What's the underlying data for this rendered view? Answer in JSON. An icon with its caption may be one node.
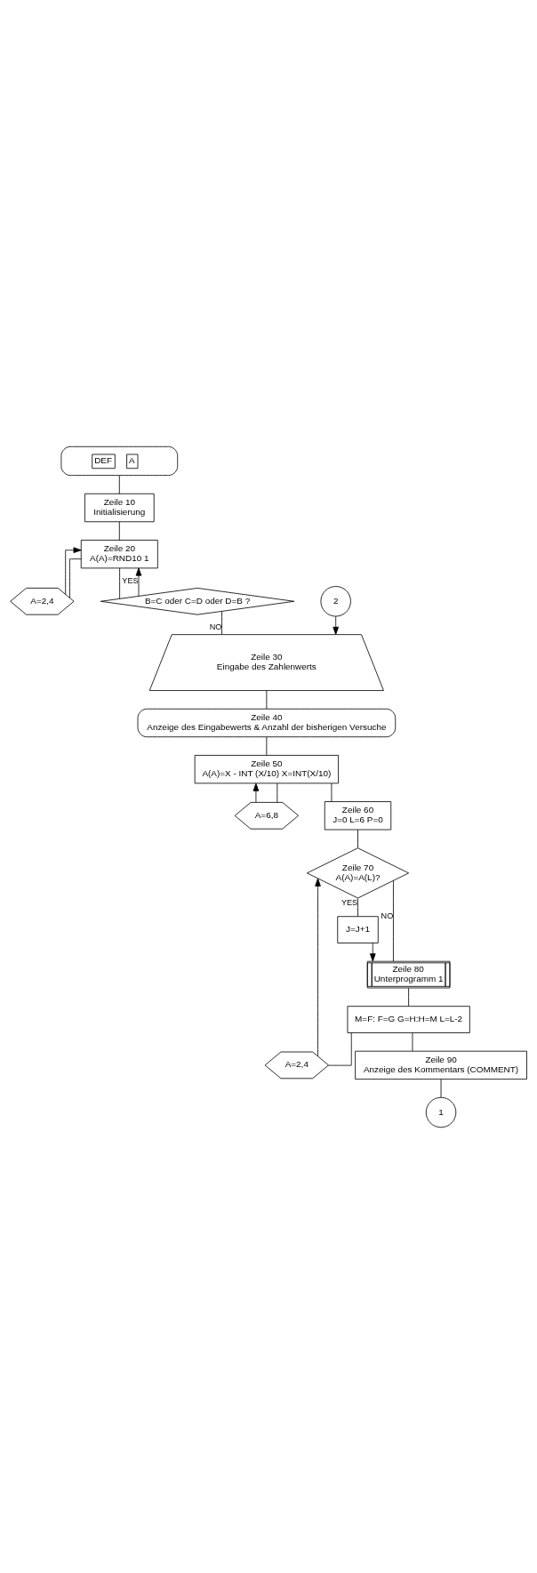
{
  "diagram": {
    "nodes": [
      {
        "text": [
          "DEF",
          "A"
        ]
      },
      {
        "text": [
          "Zeile 10",
          "Initialisierung"
        ]
      },
      {
        "text": [
          "A=2,4"
        ]
      },
      {
        "text": [
          "Zeile 20",
          "A(A)=RND10 1"
        ]
      },
      {
        "text": [
          "B=C oder C=D oder D=B ?"
        ]
      },
      {
        "text": [
          "2"
        ]
      },
      {
        "text": [
          "Zeile 30",
          "Eingabe des Zahlenwerts"
        ]
      },
      {
        "text": [
          "Zeile 40",
          "Anzeige des Eingabewerts & Anzahl der bisherigen Versuche"
        ]
      },
      {
        "text": [
          "A=6,8"
        ]
      },
      {
        "text": [
          "Zeile 50",
          "A(A)=X - INT (X/10) X=INT(X/10)"
        ]
      },
      {
        "text": [
          "Zeile 60",
          "J=0 L=6 P=0"
        ]
      },
      {
        "text": [
          "A=2,4"
        ]
      },
      {
        "text": [
          "Zeile 70",
          "A(A)=A(L)?"
        ]
      },
      {
        "text": [
          "J=J+1"
        ]
      },
      {
        "text": [
          "Zeile 80",
          "Unterprogramm 1"
        ]
      },
      {
        "text": [
          "M=F: F=G G=H:H=M L=L-2"
        ]
      },
      {
        "text": [
          "Zeile 90",
          "Anzeige des Kommentars (COMMENT)"
        ]
      },
      {
        "text": [
          "1"
        ]
      }
    ],
    "edges": [
      {
        "from": 0,
        "to": 1,
        "arrow": "none"
      },
      {
        "from": 1,
        "to": 3,
        "arrow": "none"
      },
      {
        "from": 2,
        "to": 3,
        "arrow": "to"
      },
      {
        "from": 3,
        "to": 2,
        "arrow": "none"
      },
      {
        "from": 3,
        "to": 4,
        "arrow": "none"
      },
      {
        "from": 4,
        "to": 3,
        "label": "YES",
        "arrow": "to"
      },
      {
        "from": 4,
        "to": 6,
        "label": "NO",
        "arrow": "none"
      },
      {
        "from": 5,
        "to": 6,
        "arrow": "to"
      },
      {
        "from": 6,
        "to": 7,
        "arrow": "none"
      },
      {
        "from": 7,
        "to": 9,
        "arrow": "none"
      },
      {
        "from": 8,
        "to": 9,
        "arrow": "to"
      },
      {
        "from": 9,
        "to": 8,
        "arrow": "none"
      },
      {
        "from": 9,
        "to": 10,
        "arrow": "none"
      },
      {
        "from": 10,
        "to": 12,
        "arrow": "none"
      },
      {
        "from": 11,
        "to": 12,
        "arrow": "to"
      },
      {
        "from": 12,
        "to": 13,
        "label": "YES",
        "arrow": "none"
      },
      {
        "from": 12,
        "to": 14,
        "label": "NO",
        "arrow": "none"
      },
      {
        "from": 13,
        "to": 14,
        "arrow": "to"
      },
      {
        "from": 14,
        "to": 15,
        "arrow": "none"
      },
      {
        "from": 15,
        "to": 11,
        "arrow": "none"
      },
      {
        "from": 15,
        "to": 16,
        "arrow": "none"
      },
      {
        "from": 16,
        "to": 17,
        "arrow": "none"
      }
    ]
  }
}
